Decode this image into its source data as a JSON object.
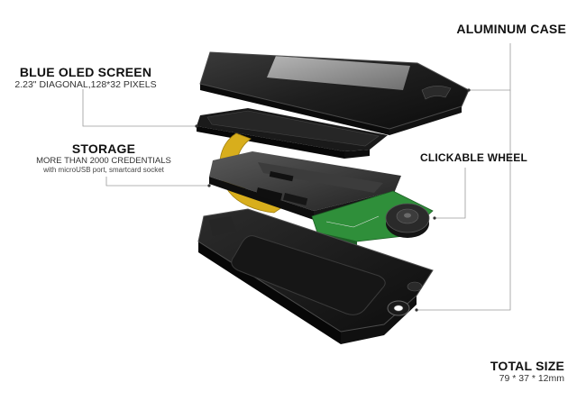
{
  "labels": {
    "aluminum_case": {
      "title": "ALUMINUM CASE"
    },
    "blue_oled": {
      "title": "BLUE OLED SCREEN",
      "subtitle": "2.23\" DIAGONAL,128*32 PIXELS"
    },
    "storage": {
      "title": "STORAGE",
      "subtitle": "MORE THAN 2000 CREDENTIALS",
      "detail": "with microUSB port, smartcard socket"
    },
    "clickable_wheel": {
      "title": "CLICKABLE WHEEL"
    },
    "total_size": {
      "title": "TOTAL SIZE",
      "subtitle": "79 * 37 * 12mm"
    }
  },
  "colors": {
    "case_dark": "#1b1b1b",
    "screen_grey": "#8d8d8d",
    "pcb_green": "#2f8f3a",
    "flex_yellow": "#d8ae1c",
    "leader": "#9a9a9a"
  }
}
